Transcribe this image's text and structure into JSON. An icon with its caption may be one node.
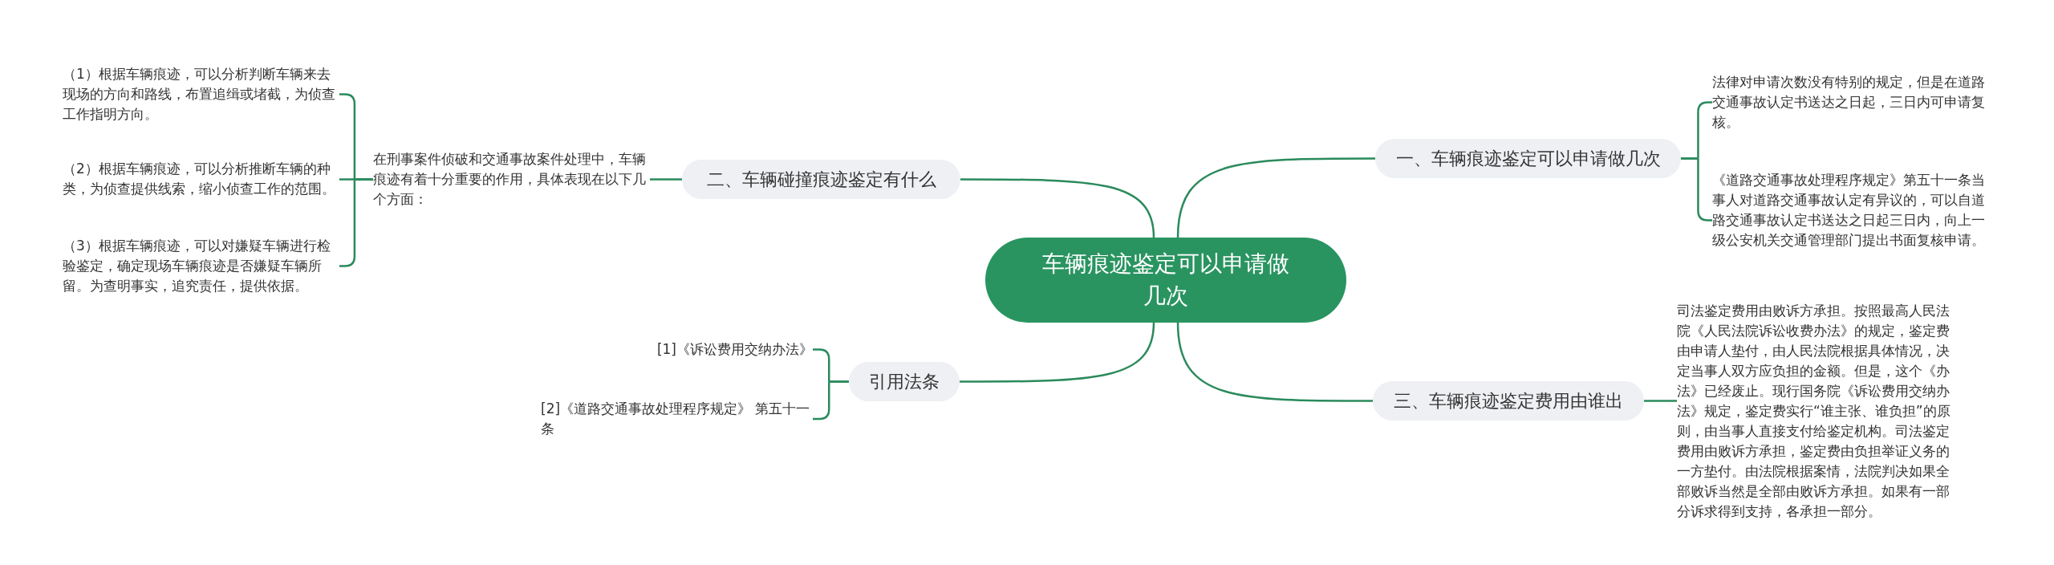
{
  "diagram": {
    "nodes": [
      {
        "text": [
          "车辆痕迹鉴定可以申请做几次"
        ]
      },
      {
        "text": [
          "一、车辆痕迹鉴定可以申请做几次"
        ]
      },
      {
        "text": [
          "法律对申请次数没有特别的规定，但是在道路交通事故认定书送达之日起，三日内可申请复核。"
        ]
      },
      {
        "text": [
          "《道路交通事故处理程序规定》第五十一条当事人对道路交通事故认定有异议的，可以自道路交通事故认定书送达之日起三日内，向上一级公安机关交通管理部门提出书面复核申请。"
        ]
      },
      {
        "text": [
          "二、车辆碰撞痕迹鉴定有什么"
        ]
      },
      {
        "text": [
          "在刑事案件侦破和交通事故案件处理中，车辆痕迹有着十分重要的作用，具体表现在以下几个方面："
        ]
      },
      {
        "text": [
          "（1）根据车辆痕迹，可以分析判断车辆来去现场的方向和路线，布置追缉或堵截，为侦查工作指明方向。"
        ]
      },
      {
        "text": [
          "（2）根据车辆痕迹，可以分析推断车辆的种类，为侦查提供线索，缩小侦查工作的范围。"
        ]
      },
      {
        "text": [
          "（3）根据车辆痕迹，可以对嫌疑车辆进行检验鉴定，确定现场车辆痕迹是否嫌疑车辆所留。为查明事实，追究责任，提供依据。"
        ]
      },
      {
        "text": [
          "三、车辆痕迹鉴定费用由谁出"
        ]
      },
      {
        "text": [
          "司法鉴定费用由败诉方承担。按照最高人民法院《人民法院诉讼收费办法》的规定，鉴定费由申请人垫付，由人民法院根据具体情况，决定当事人双方应负担的金额。但是，这个《办法》已经废止。现行国务院《诉讼费用交纳办法》规定，鉴定费实行“谁主张、谁负担”的原则，由当事人直接支付给鉴定机构。司法鉴定费用由败诉方承担，鉴定费由负担举证义务的一方垫付。由法院根据案情，法院判决如果全部败诉当然是全部由败诉方承担。如果有一部分诉求得到支持，各承担一部分。"
        ]
      },
      {
        "text": [
          "引用法条"
        ]
      },
      {
        "text": [
          "[1]《诉讼费用交纳办法》"
        ]
      },
      {
        "text": [
          "[2]《道路交通事故处理程序规定》 第五十一条"
        ]
      }
    ],
    "edges": [
      {
        "from": 0,
        "to": 1,
        "arrow": "none"
      },
      {
        "from": 1,
        "to": 2,
        "arrow": "none"
      },
      {
        "from": 1,
        "to": 3,
        "arrow": "none"
      },
      {
        "from": 0,
        "to": 4,
        "arrow": "none"
      },
      {
        "from": 4,
        "to": 5,
        "arrow": "none"
      },
      {
        "from": 5,
        "to": 6,
        "arrow": "none"
      },
      {
        "from": 5,
        "to": 7,
        "arrow": "none"
      },
      {
        "from": 5,
        "to": 8,
        "arrow": "none"
      },
      {
        "from": 0,
        "to": 9,
        "arrow": "none"
      },
      {
        "from": 9,
        "to": 10,
        "arrow": "none"
      },
      {
        "from": 0,
        "to": 11,
        "arrow": "none"
      },
      {
        "from": 11,
        "to": 12,
        "arrow": "none"
      },
      {
        "from": 11,
        "to": 13,
        "arrow": "none"
      }
    ]
  }
}
